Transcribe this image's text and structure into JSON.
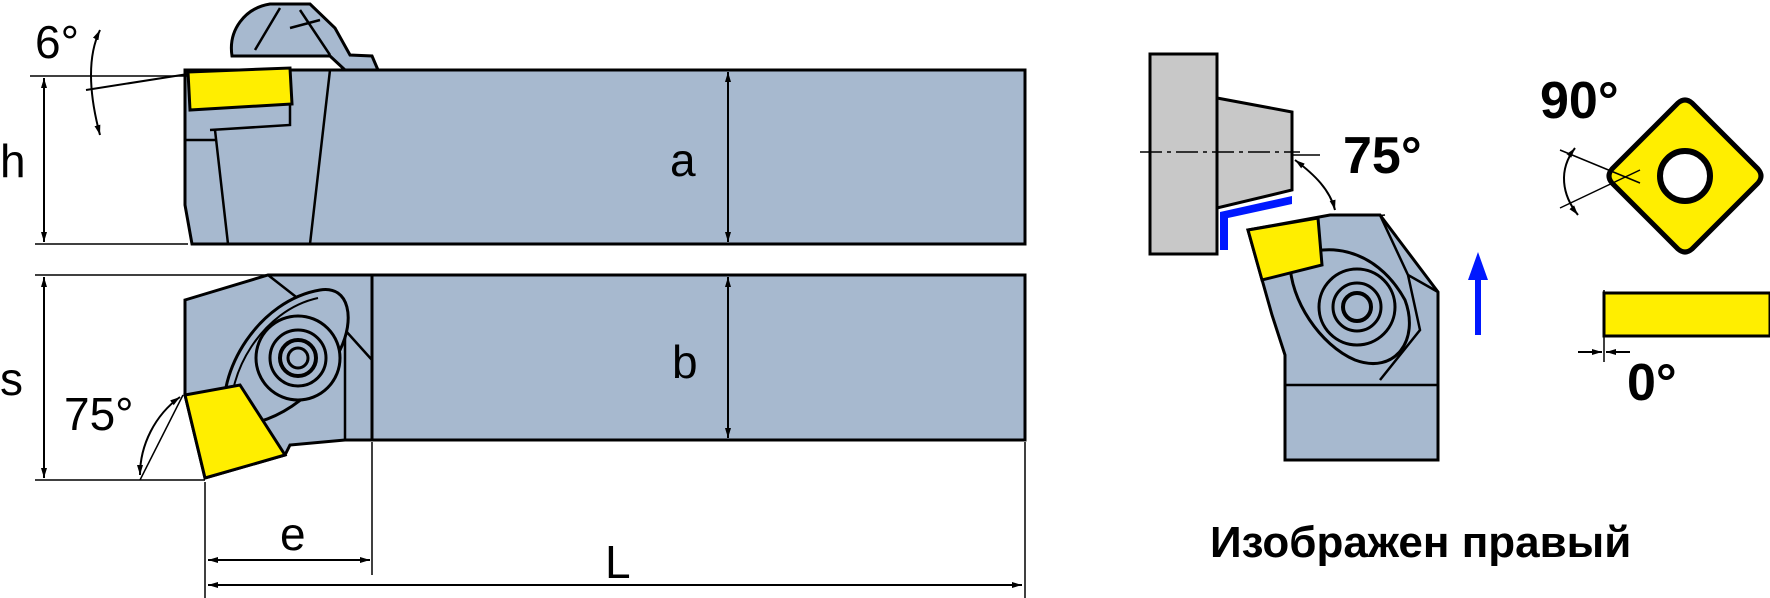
{
  "labels": {
    "angle_top": "6°",
    "h": "h",
    "a": "a",
    "s": "s",
    "b": "b",
    "angle_side": "75°",
    "e": "e",
    "L": "L",
    "angle_approach": "75°",
    "angle_corner": "90°",
    "angle_clearance": "0°",
    "caption": "Изображен правый"
  },
  "colors": {
    "body": "#a7b9cf",
    "insert": "#ffee00",
    "holder_gray": "#c8c8c8",
    "feed_arrow": "#0018ff",
    "workpiece_edge": "#0018ff",
    "outline": "#000000"
  }
}
